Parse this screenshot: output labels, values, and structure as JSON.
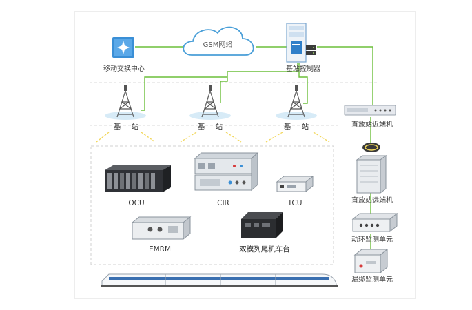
{
  "network": {
    "gsm_cloud": "GSM网络",
    "msc": "移动交换中心",
    "bsc": "基站控制器",
    "base_station": "基 站",
    "repeater_near": "直放站近端机",
    "repeater_far": "直放站远端机",
    "loop_monitor": "动环监测单元",
    "leaky_monitor": "漏缆监测单元"
  },
  "devices": {
    "ocu": "OCU",
    "cir": "CIR",
    "tcu": "TCU",
    "emrm": "EMRM",
    "dual_mode": "双模列尾机车台"
  },
  "colors": {
    "link_green": "#6bbf3a",
    "accent_blue": "#3a8fd6",
    "cloud_blue": "#d7ebf7",
    "signal_yellow": "#f2d75a"
  }
}
